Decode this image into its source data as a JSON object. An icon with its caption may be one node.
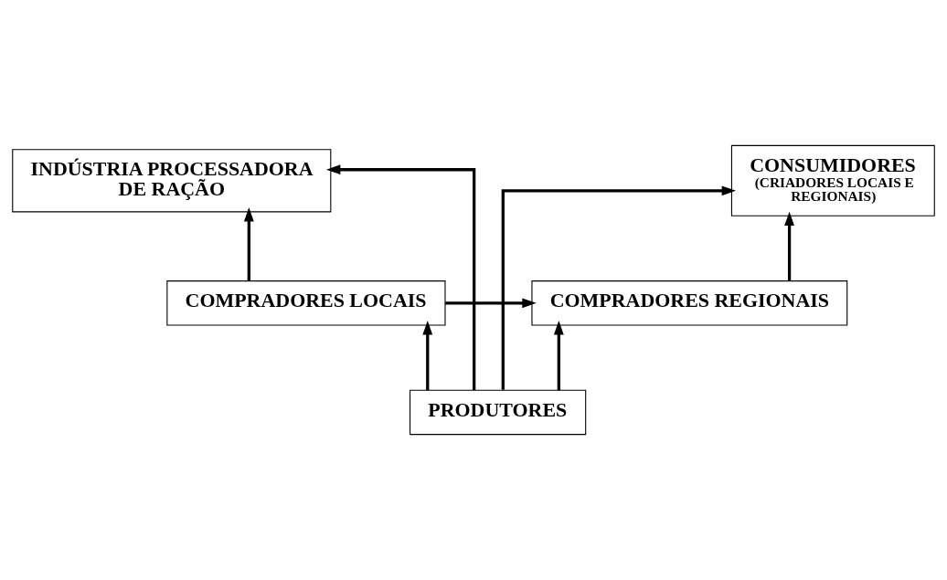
{
  "diagram": {
    "nodes": [
      {
        "text": [
          "CONSUMIDORES",
          "(CRIADORES LOCAIS E REGIONAIS)"
        ]
      },
      {
        "text": [
          "INDÚSTRIA PROCESSADORA DE RAÇÃO"
        ]
      },
      {
        "text": [
          "COMPRADORES LOCAIS"
        ]
      },
      {
        "text": [
          "COMPRADORES REGIONAIS"
        ]
      },
      {
        "text": [
          "PRODUTORES"
        ]
      }
    ],
    "edges": [
      {
        "from": 4,
        "to": 1,
        "arrow": "to"
      },
      {
        "from": 4,
        "to": 2,
        "arrow": "to"
      },
      {
        "from": 4,
        "to": 3,
        "arrow": "to"
      },
      {
        "from": 4,
        "to": 0,
        "arrow": "to"
      },
      {
        "from": 2,
        "to": 1,
        "arrow": "to"
      },
      {
        "from": 2,
        "to": 3,
        "arrow": "to"
      },
      {
        "from": 3,
        "to": 0,
        "arrow": "to"
      }
    ]
  }
}
